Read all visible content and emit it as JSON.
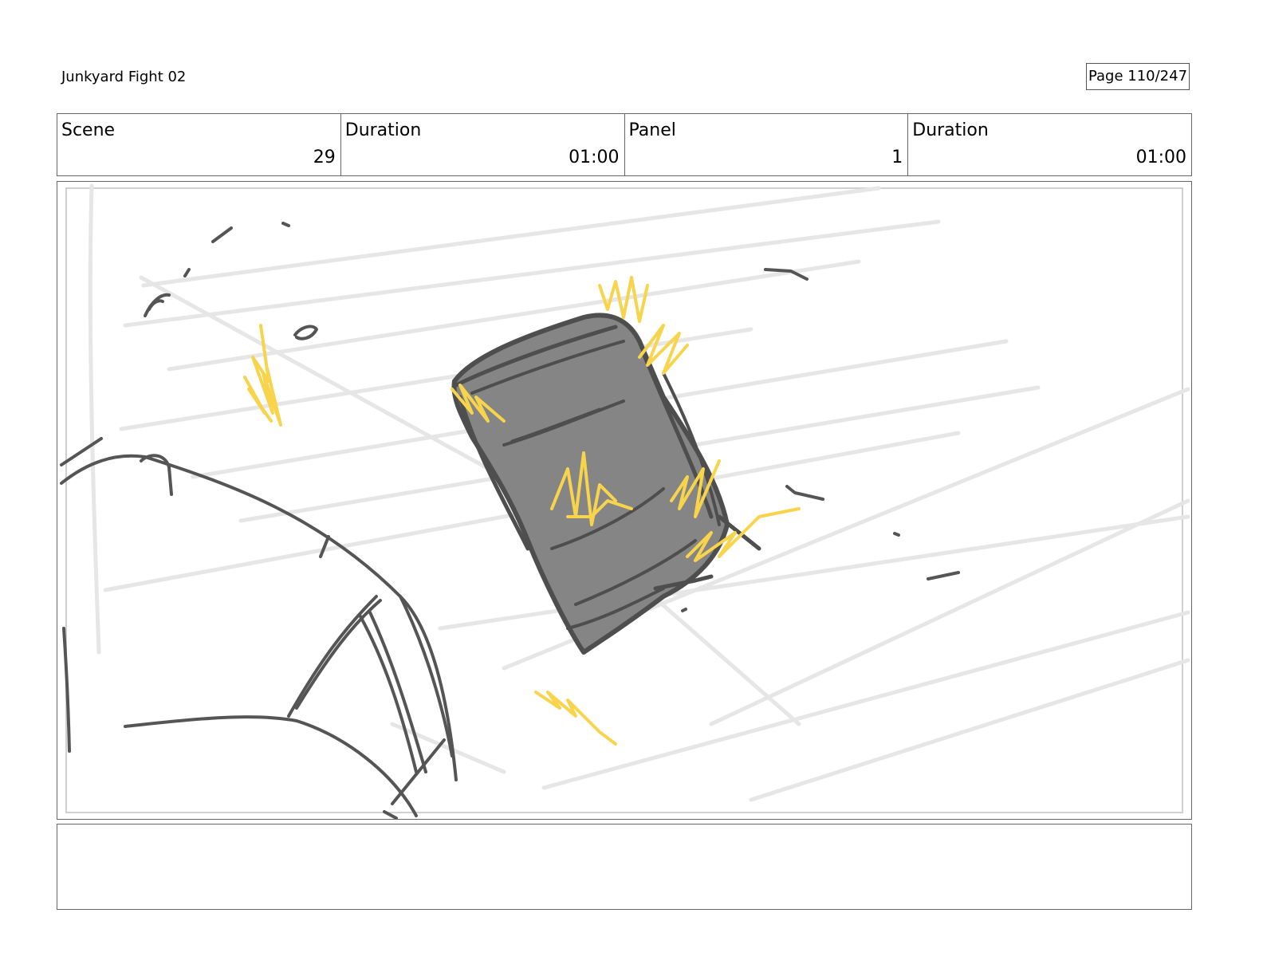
{
  "header": {
    "title": "Junkyard Fight 02",
    "page": "Page 110/247"
  },
  "info": {
    "scene_label": "Scene",
    "scene_value": "29",
    "scene_duration_label": "Duration",
    "scene_duration_value": "01:00",
    "panel_label": "Panel",
    "panel_value": "1",
    "panel_duration_label": "Duration",
    "panel_duration_value": "01:00"
  },
  "colors": {
    "sketch_line": "#555555",
    "barrel_fill": "#858585",
    "spark": "#f7d44c",
    "speed_line": "#e6e6e6"
  },
  "notes": {
    "text": ""
  }
}
